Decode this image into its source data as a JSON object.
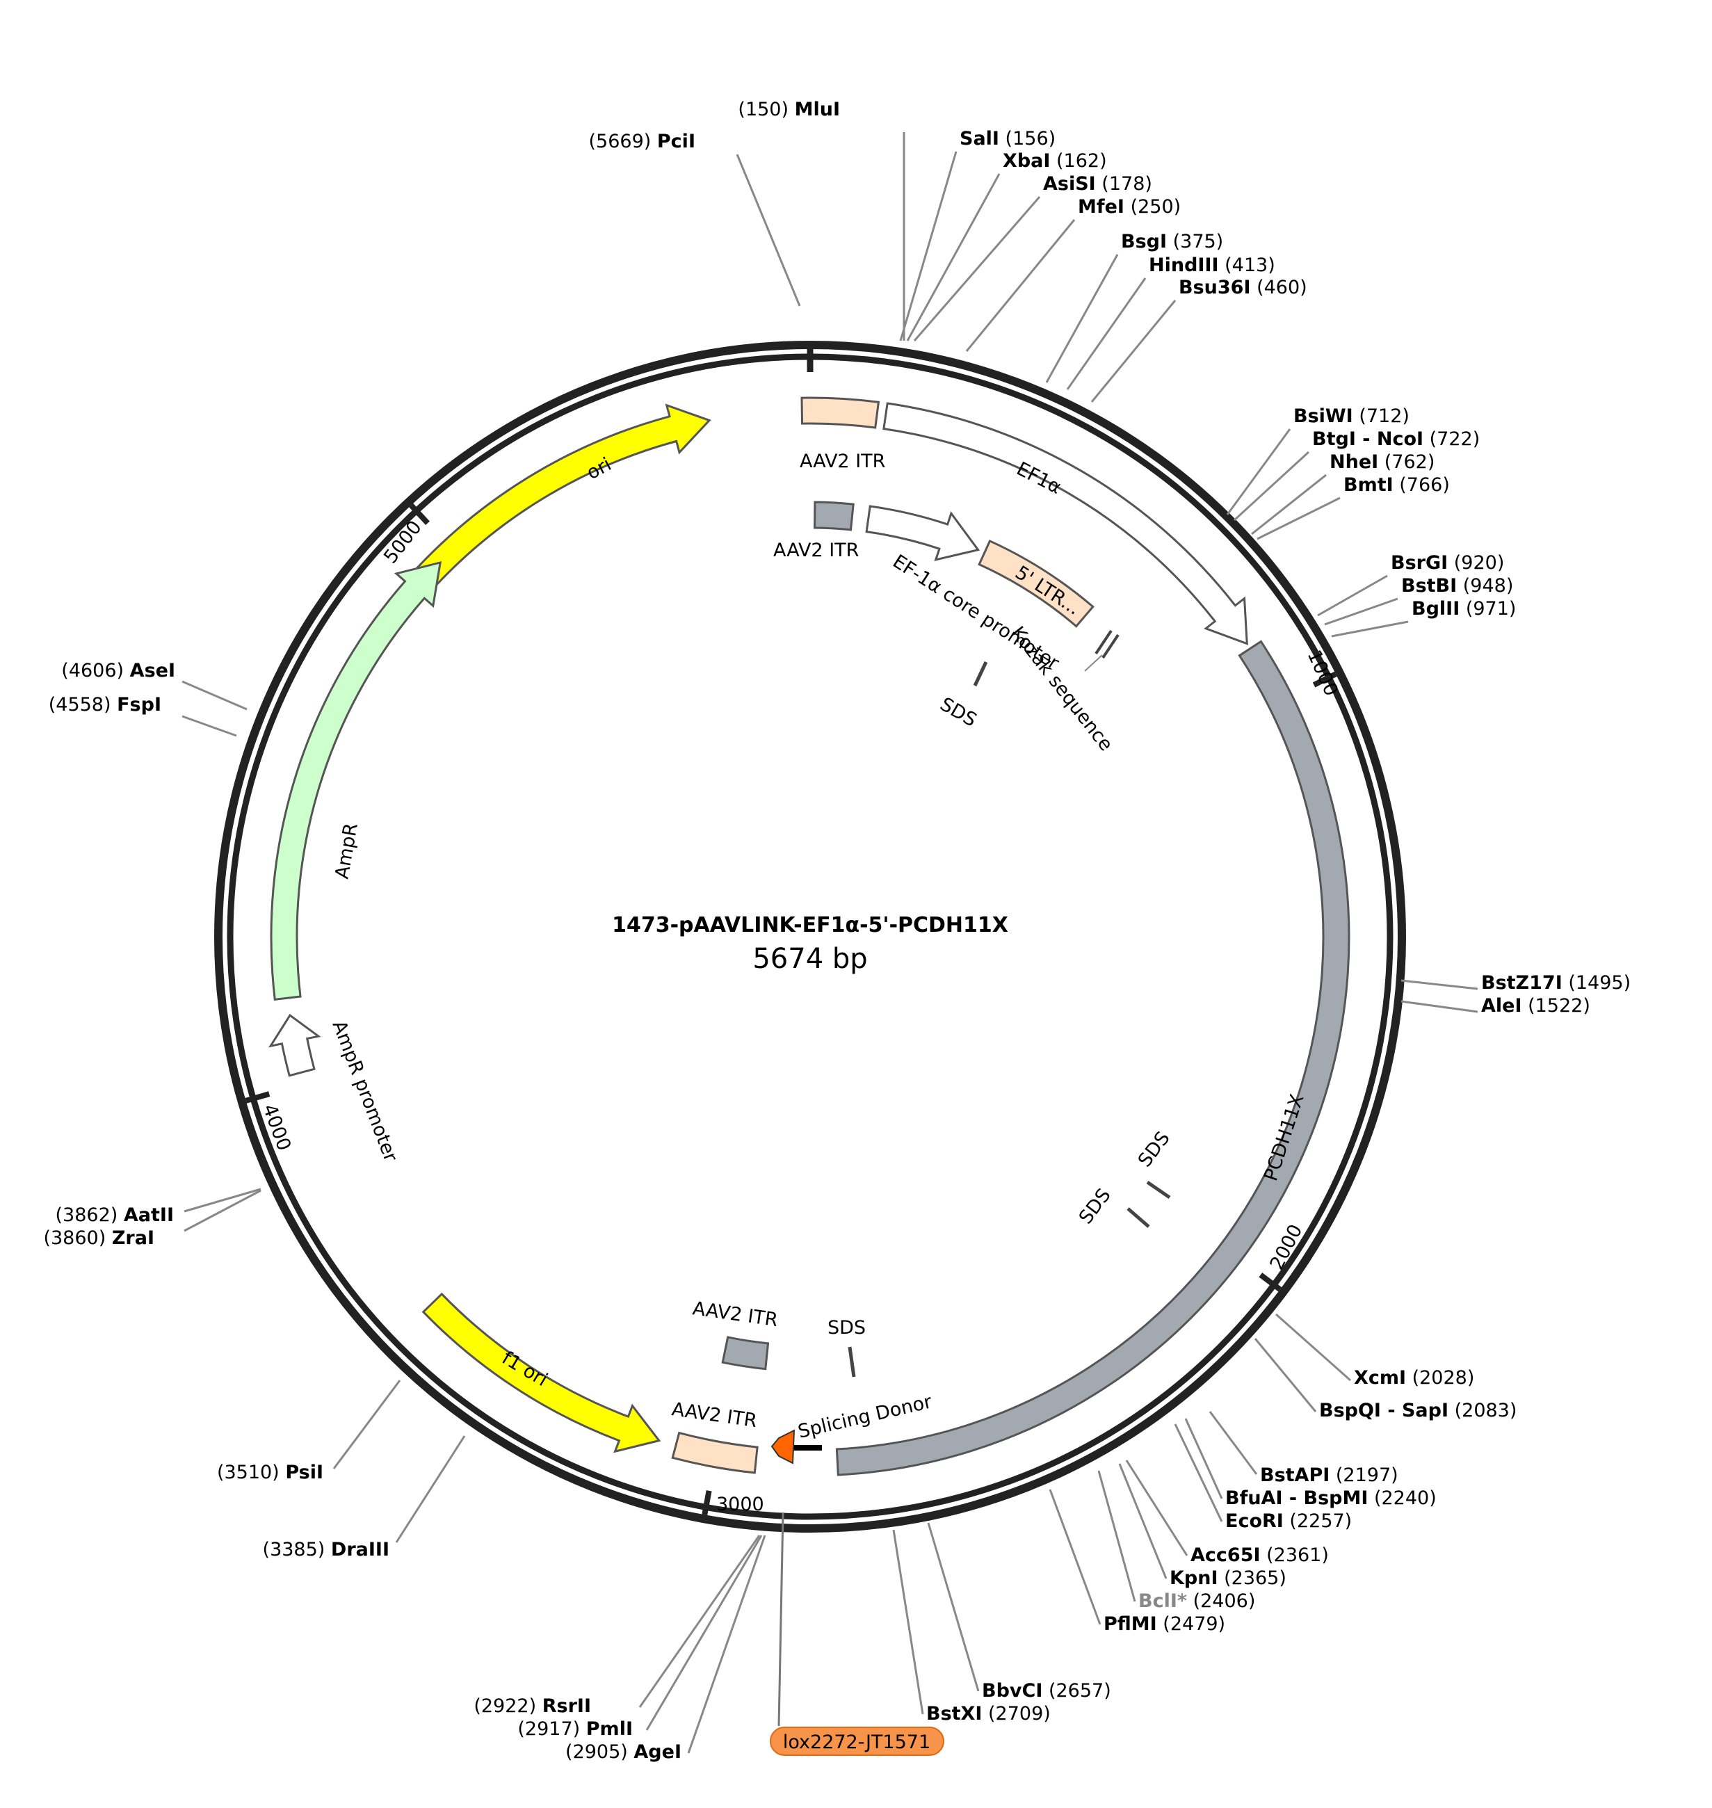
{
  "plasmid": {
    "name": "1473-pAAVLINK-EF1α-5'-PCDH11X",
    "size_label": "5674 bp",
    "length": 5674
  },
  "colors": {
    "backbone": "#222222",
    "ori": "#ffff00",
    "AmpR": "#ccffcc",
    "ITR": "#ffe1c6",
    "ITR_dark": "#a0a4ab",
    "CDS": "#a3a9b0",
    "promoter": "#ffffff",
    "lox": "#f7944a",
    "splice": "#ff6600"
  },
  "ticks": [
    {
      "pos": 1000,
      "label": "1000"
    },
    {
      "pos": 2000,
      "label": "2000"
    },
    {
      "pos": 3000,
      "label": "3000"
    },
    {
      "pos": 4000,
      "label": "4000"
    },
    {
      "pos": 5000,
      "label": "5000"
    }
  ],
  "features": [
    {
      "name": "ori",
      "label": "ori",
      "start": 4912,
      "end": 5500,
      "track": 0,
      "dir": 1,
      "color": "#ffff00",
      "arrow": true
    },
    {
      "name": "AAV2-ITR-1",
      "label": "AAV2 ITR",
      "start": 5660,
      "end": 5674,
      "start2": 0,
      "end2": 115,
      "track": 0,
      "dir": 0,
      "color": "#ffe1c6"
    },
    {
      "name": "EF1a",
      "label": "EF1α",
      "start": 130,
      "end": 885,
      "track": 0,
      "dir": 1,
      "color": "#ffffff",
      "arrow": true
    },
    {
      "name": "PCDH11X",
      "label": "PCDH11X",
      "start": 895,
      "end": 2790,
      "track": 0,
      "dir": 1,
      "color": "#a3a9b0"
    },
    {
      "name": "AAV2-ITR-2",
      "label": "AAV2 ITR",
      "start": 10,
      "end": 90,
      "track": 1,
      "dir": 0,
      "color": "#a3a9b0"
    },
    {
      "name": "EF1a-core",
      "label": "EF-1α core promoter",
      "start": 125,
      "end": 370,
      "track": 1,
      "dir": 1,
      "color": "#ffffff",
      "arrow": true
    },
    {
      "name": "5LTR",
      "label": "5' LTR...",
      "start": 385,
      "end": 640,
      "track": 1,
      "dir": 0,
      "color": "#ffe1c6"
    },
    {
      "name": "f1-ori",
      "label": "f1 ori",
      "start": 3100,
      "end": 3560,
      "track": 0,
      "dir": -1,
      "color": "#ffff00",
      "arrow": true
    },
    {
      "name": "AAV2-ITR-3",
      "label": "AAV2 ITR",
      "start": 2930,
      "end": 3070,
      "track": 0,
      "dir": 0,
      "color": "#ffe1c6"
    },
    {
      "name": "AAV2-ITR-4",
      "label": "AAV2 ITR",
      "start": 2930,
      "end": 3020,
      "track": 1,
      "dir": 0,
      "color": "#a3a9b0"
    },
    {
      "name": "AmpR",
      "label": "AmpR",
      "start": 4150,
      "end": 4970,
      "track": 0,
      "dir": 1,
      "color": "#ccffcc",
      "arrow": true
    },
    {
      "name": "AmpR-promoter",
      "label": "AmpR promoter",
      "start": 4020,
      "end": 4120,
      "track": 0,
      "dir": 1,
      "color": "#ffffff",
      "arrow": true
    }
  ],
  "small_labels": [
    {
      "text": "SDS"
    },
    {
      "text": "SDS"
    },
    {
      "text": "SDS"
    },
    {
      "text": "SDS"
    },
    {
      "text": "Kozak sequence"
    },
    {
      "text": "Splicing Donor"
    }
  ],
  "lox": {
    "label": "lox2272-JT1571"
  },
  "sites": [
    {
      "name": "PciI",
      "pos": "(5669)"
    },
    {
      "name": "MluI",
      "pos": "(150)"
    },
    {
      "name": "SalI",
      "pos": "(156)"
    },
    {
      "name": "XbaI",
      "pos": "(162)"
    },
    {
      "name": "AsiSI",
      "pos": "(178)"
    },
    {
      "name": "MfeI",
      "pos": "(250)"
    },
    {
      "name": "BsgI",
      "pos": "(375)"
    },
    {
      "name": "HindIII",
      "pos": "(413)"
    },
    {
      "name": "Bsu36I",
      "pos": "(460)"
    },
    {
      "name": "BsiWI",
      "pos": "(712)"
    },
    {
      "name": "BtgI - NcoI",
      "pos": "(722)"
    },
    {
      "name": "NheI",
      "pos": "(762)"
    },
    {
      "name": "BmtI",
      "pos": "(766)"
    },
    {
      "name": "BsrGI",
      "pos": "(920)"
    },
    {
      "name": "BstBI",
      "pos": "(948)"
    },
    {
      "name": "BglII",
      "pos": "(971)"
    },
    {
      "name": "BstZ17I",
      "pos": "(1495)"
    },
    {
      "name": "AleI",
      "pos": "(1522)"
    },
    {
      "name": "XcmI",
      "pos": "(2028)"
    },
    {
      "name": "BspQI - SapI",
      "pos": "(2083)"
    },
    {
      "name": "BstAPI",
      "pos": "(2197)"
    },
    {
      "name": "BfuAI - BspMI",
      "pos": "(2240)"
    },
    {
      "name": "EcoRI",
      "pos": "(2257)"
    },
    {
      "name": "Acc65I",
      "pos": "(2361)"
    },
    {
      "name": "KpnI",
      "pos": "(2365)"
    },
    {
      "name": "BclI*",
      "pos": "(2406)"
    },
    {
      "name": "PflMI",
      "pos": "(2479)"
    },
    {
      "name": "BbvCI",
      "pos": "(2657)"
    },
    {
      "name": "BstXI",
      "pos": "(2709)"
    },
    {
      "name": "RsrII",
      "pos": "(2922)"
    },
    {
      "name": "PmlI",
      "pos": "(2917)"
    },
    {
      "name": "AgeI",
      "pos": "(2905)"
    },
    {
      "name": "DraIII",
      "pos": "(3385)"
    },
    {
      "name": "PsiI",
      "pos": "(3510)"
    },
    {
      "name": "AatII",
      "pos": "(3862)"
    },
    {
      "name": "ZraI",
      "pos": "(3860)"
    },
    {
      "name": "FspI",
      "pos": "(4558)"
    },
    {
      "name": "AseI",
      "pos": "(4606)"
    }
  ]
}
